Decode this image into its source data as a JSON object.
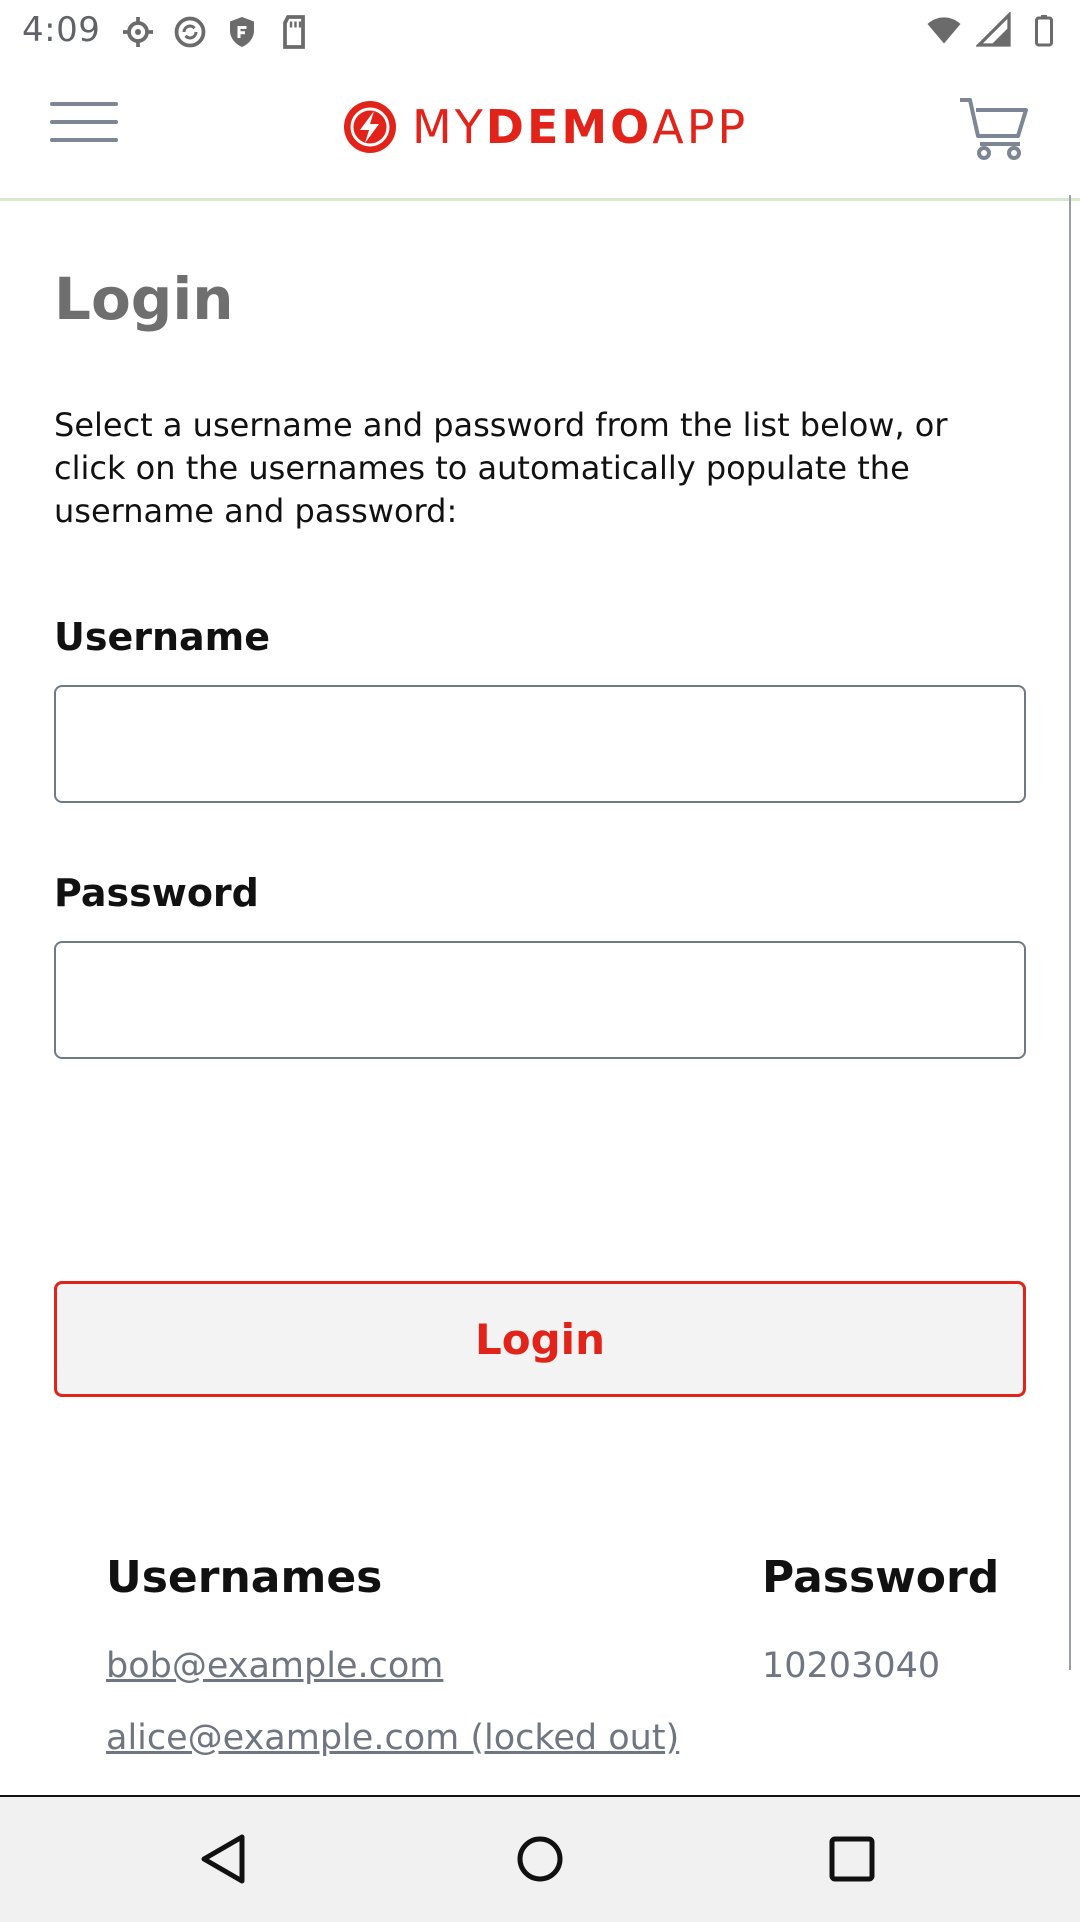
{
  "status_bar": {
    "time": "4:09",
    "left_icons": [
      "settings-icon",
      "sync-icon",
      "shield-icon",
      "sd-card-icon"
    ],
    "right_icons": [
      "wifi-icon",
      "signal-icon",
      "battery-icon"
    ]
  },
  "app_bar": {
    "logo_text_prefix": "MY",
    "logo_text_bold": "DEMO",
    "logo_text_suffix": "APP",
    "brand_color": "#e2231a"
  },
  "login": {
    "title": "Login",
    "intro": "Select a username and password from the list below, or click on the usernames to automatically populate the username and password:",
    "username_label": "Username",
    "username_value": "",
    "password_label": "Password",
    "password_value": "",
    "button_label": "Login"
  },
  "credentials": {
    "usernames_header": "Usernames",
    "password_header": "Password",
    "rows": [
      {
        "username": "bob@example.com",
        "password": "10203040"
      },
      {
        "username": "alice@example.com (locked out)",
        "password": ""
      }
    ]
  }
}
